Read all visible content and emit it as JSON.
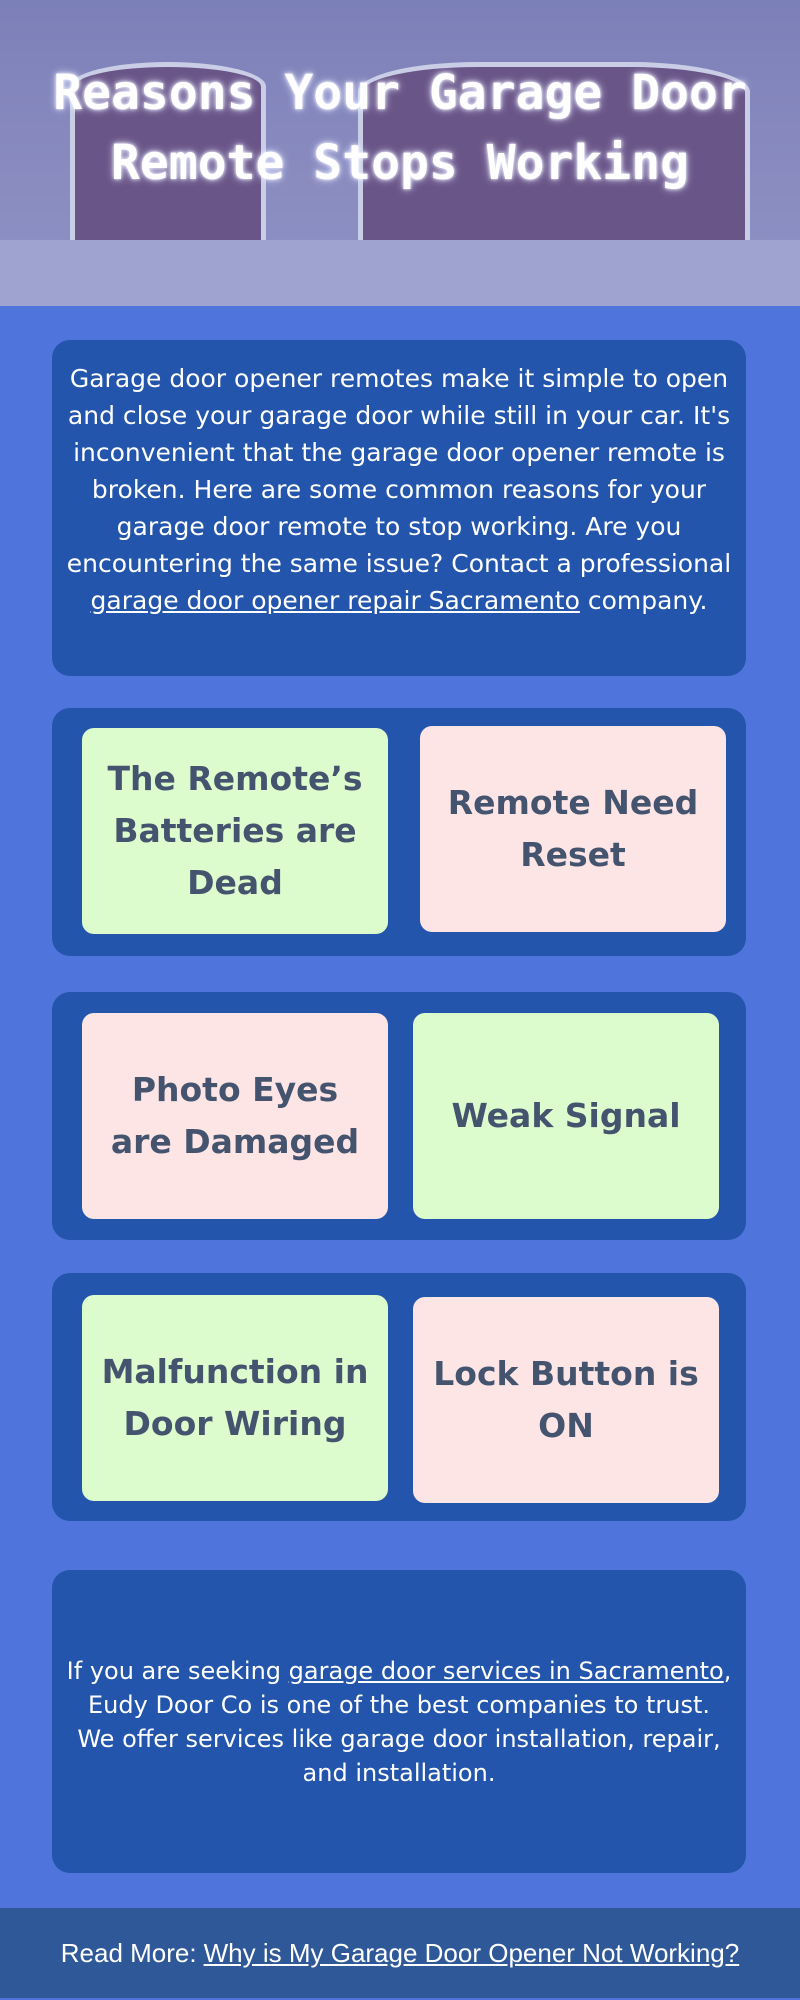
{
  "header": {
    "title": "Reasons Your Garage Door Remote Stops Working"
  },
  "intro": {
    "text_before": "Garage door opener remotes make it simple to open and close your garage door while still in your car. It's inconvenient that the garage door opener remote is broken. Here are some common reasons for your garage door remote to stop working. Are you encountering the same issue? Contact a professional ",
    "link": "garage door opener repair Sacramento",
    "text_after": " company."
  },
  "reasons": [
    {
      "label": "The Remote’s Batteries are Dead",
      "color": "#dcfcce"
    },
    {
      "label": "Remote Need Reset",
      "color": "#fde5e5"
    },
    {
      "label": "Photo Eyes are Damaged",
      "color": "#fde5e5"
    },
    {
      "label": "Weak Signal",
      "color": "#dcfcce"
    },
    {
      "label": "Malfunction in Door Wiring",
      "color": "#dcfcce"
    },
    {
      "label": "Lock Button is ON",
      "color": "#fde5e5"
    }
  ],
  "closing": {
    "text_before": "If you are seeking ",
    "link": "garage door services in Sacramento",
    "text_after": ", Eudy Door Co is one of the best companies to trust. We offer services like garage door installation, repair, and installation."
  },
  "footer": {
    "prefix": "Read More:",
    "link": "Why is My Garage Door Opener Not Working?"
  }
}
